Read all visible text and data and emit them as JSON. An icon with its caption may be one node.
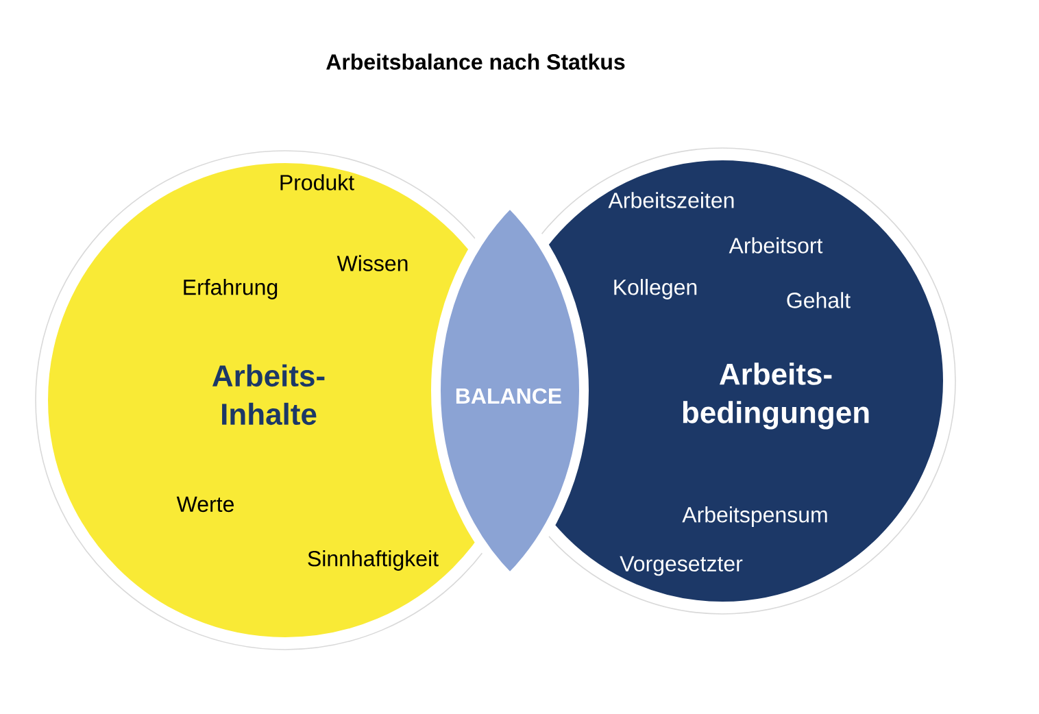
{
  "diagram": {
    "title": "Arbeitsbalance nach Statkus",
    "nodes": [
      {
        "text": [
          "Arbeits- Inhalte",
          "Produkt",
          "Wissen",
          "Erfahrung",
          "Werte",
          "Sinnhaftigkeit"
        ]
      },
      {
        "text": [
          "BALANCE"
        ]
      },
      {
        "text": [
          "Arbeits- bedingungen",
          "Arbeitszeiten",
          "Arbeitsort",
          "Kollegen",
          "Gehalt",
          "Arbeitspensum",
          "Vorgesetzter"
        ]
      }
    ]
  }
}
